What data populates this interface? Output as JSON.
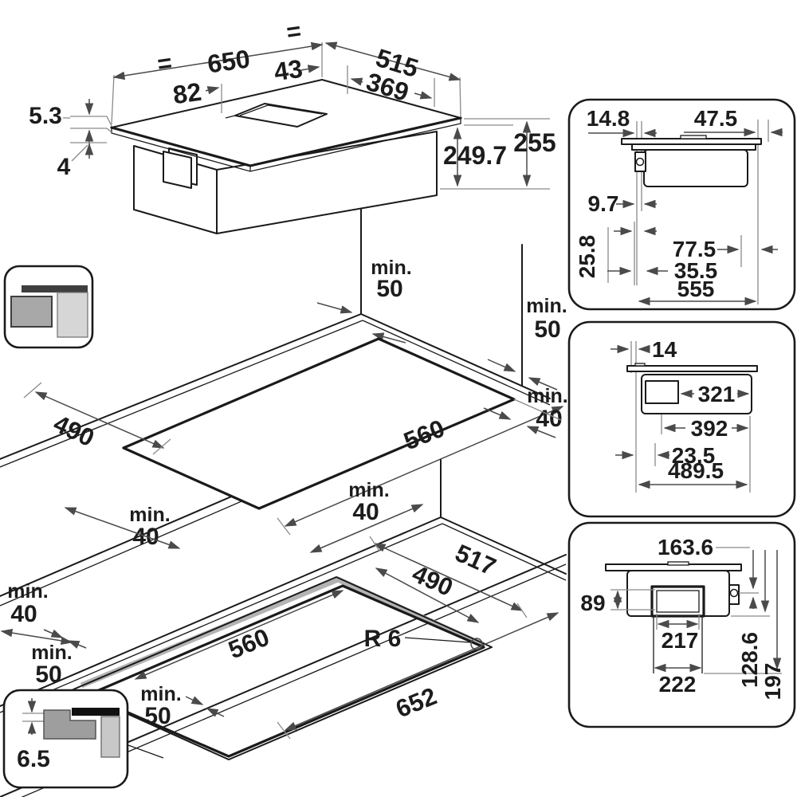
{
  "colors": {
    "line": "#1a1a1a",
    "dim_line": "#4a4a4a",
    "recess_band": "#b3b3b3",
    "icon_dark": "#3f3f3f",
    "icon_mid": "#9e9e9e",
    "icon_light": "#d6d6d6"
  },
  "top_view": {
    "equals_left": "=",
    "equals_right": "=",
    "width": "650",
    "left_section": "82",
    "grille_offset": "43",
    "depth": "515",
    "grille_depth": "369",
    "glass_thickness": "5.3",
    "glass_reveal": "4",
    "body_height": "249.7",
    "total_height": "255",
    "clearance_below": {
      "prefix": "min.",
      "value": "50"
    }
  },
  "middle_view": {
    "clearance_right_top": {
      "prefix": "min.",
      "value": "50"
    },
    "clearance_right_bottom": {
      "prefix": "min.",
      "value": "40"
    },
    "cutout_depth": "490",
    "cutout_width": "560"
  },
  "bottom_view": {
    "clearance_back": {
      "prefix": "min.",
      "value": "40"
    },
    "clearance_side": {
      "prefix": "min.",
      "value": "40"
    },
    "clearance_left": {
      "prefix": "min.",
      "value": "40"
    },
    "clearance_front_left": {
      "prefix": "min.",
      "value": "50"
    },
    "clearance_front": {
      "prefix": "min.",
      "value": "50"
    },
    "recess_depth": "517",
    "cutout_depth": "490",
    "cutout_width": "560",
    "corner_radius": "R 6",
    "recess_width": "652"
  },
  "panel_clamp": {
    "d1": "14.8",
    "d2": "47.5",
    "d3": "9.7",
    "d4": "25.8",
    "d5": "77.5",
    "d6": "35.5",
    "d7": "555"
  },
  "panel_box": {
    "d1": "14",
    "d2": "321",
    "d3": "392",
    "d4": "23.5",
    "d5": "489.5"
  },
  "panel_duct": {
    "d1": "163.6",
    "d2": "89",
    "d3": "217",
    "d4": "222",
    "d5": "128.6",
    "d6": "197"
  },
  "flush_icon": {
    "value": "6.5"
  }
}
